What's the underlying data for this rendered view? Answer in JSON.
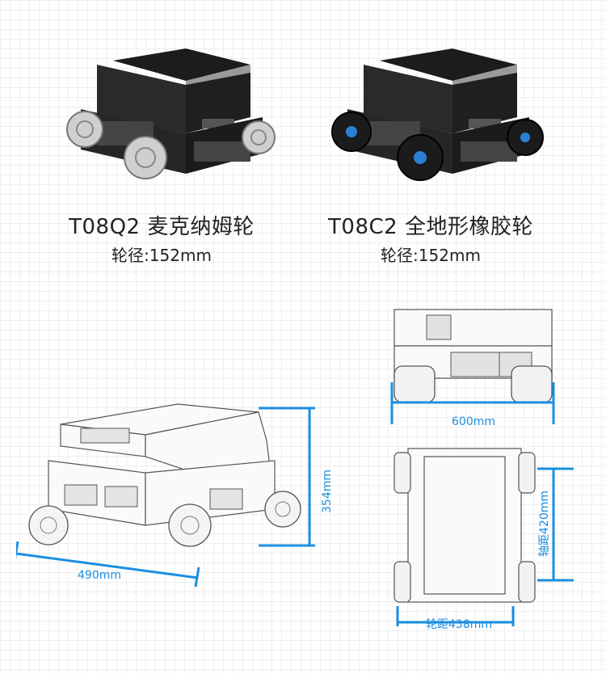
{
  "products": [
    {
      "name": "T08Q2 麦克纳姆轮",
      "wheel_diameter": "轮径:152mm"
    },
    {
      "name": "T08C2 全地形橡胶轮",
      "wheel_diameter": "轮径:152mm"
    }
  ],
  "dimensions": {
    "length": "490mm",
    "height": "354mm",
    "track_front": "600mm",
    "axle_distance": "轴距420mm",
    "wheel_track": "轮距438mm"
  },
  "colors": {
    "accent": "#1a8fe0",
    "robot_body": "#2b2b2b",
    "drawing_line": "#555555"
  }
}
